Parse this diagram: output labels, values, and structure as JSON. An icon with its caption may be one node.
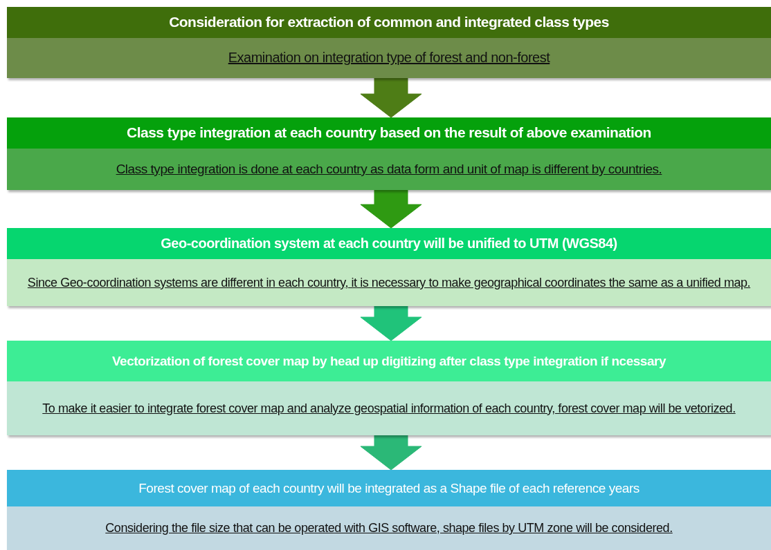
{
  "diagram": {
    "nodes": [
      {
        "text": [
          "Consideration for extraction of common and integrated class types",
          "Examination on integration type of forest and non-forest"
        ]
      },
      {
        "text": [
          "Class type integration at each country based on the result of above examination",
          "Class type integration is done at each country as data form and unit of map is different by countries."
        ]
      },
      {
        "text": [
          "Geo-coordination system at each country will be unified to UTM (WGS84)",
          "Since Geo-coordination systems are different in each country, it is necessary to make geographical coordinates the same as a unified map."
        ]
      },
      {
        "text": [
          "Vectorization of forest cover map by head up digitizing after class type integration if ncessary",
          "To make it easier to integrate forest cover map and analyze geospatial information of each country, forest cover map will be vetorized."
        ]
      },
      {
        "text": [
          "Forest cover map of each country will be integrated as a Shape file of each reference years",
          "Considering the file size that can be operated with GIS software, shape files by UTM zone will be considered."
        ]
      }
    ],
    "edges": [
      {
        "from": 0,
        "to": 1,
        "arrow": "to"
      },
      {
        "from": 1,
        "to": 2,
        "arrow": "to"
      },
      {
        "from": 2,
        "to": 3,
        "arrow": "to"
      },
      {
        "from": 3,
        "to": 4,
        "arrow": "to"
      }
    ]
  }
}
